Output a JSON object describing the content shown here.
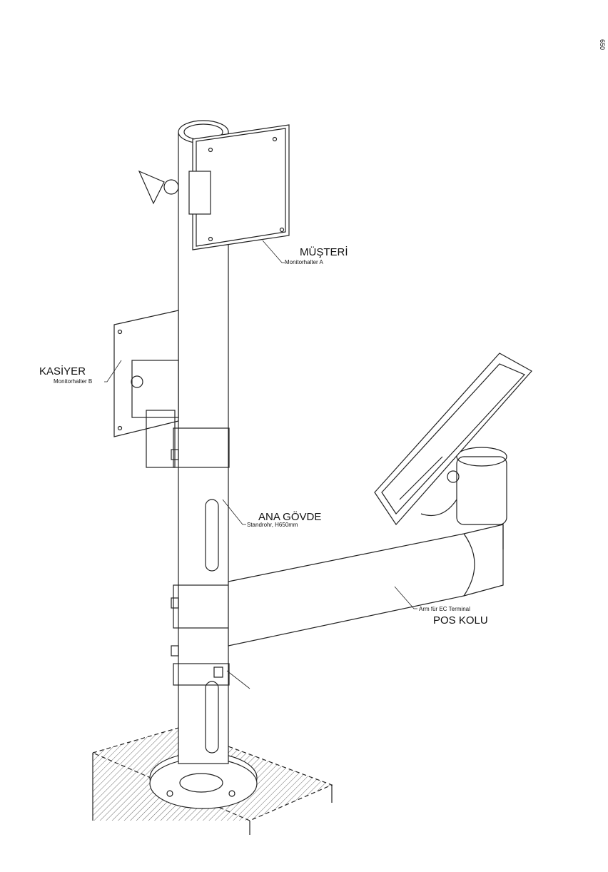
{
  "dimension": "650",
  "labels": {
    "musteri": {
      "title": "MÜŞTERİ",
      "subtitle": "Monitorhalter A"
    },
    "kasiyer": {
      "title": "KASİYER",
      "subtitle": "Monitorhalter B"
    },
    "ana_govde": {
      "title": "ANA GÖVDE",
      "subtitle": "Standrohr, H650mm"
    },
    "pos_kolu": {
      "title": "POS KOLU",
      "subtitle": "Arm für EC Terminal"
    }
  }
}
